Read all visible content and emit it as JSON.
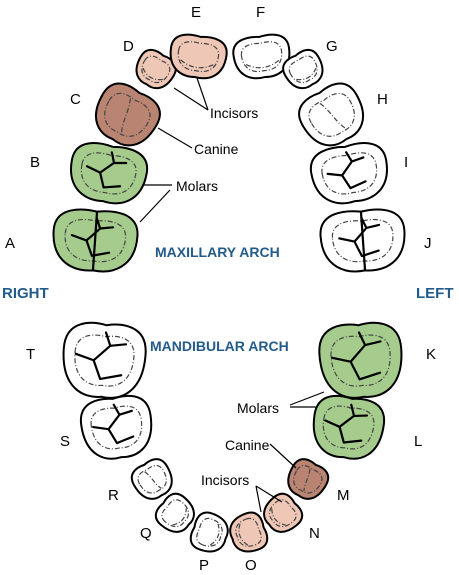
{
  "colors": {
    "incisor": "#efc7b6",
    "canine": "#b98472",
    "molar": "#a5cc8c",
    "plain": "#ffffff",
    "heading": "#235b8a"
  },
  "arches": {
    "maxillary": "MAXILLARY ARCH",
    "mandibular": "MANDIBULAR ARCH"
  },
  "sides": {
    "right": "RIGHT",
    "left": "LEFT"
  },
  "labels": {
    "upper_incisors": "Incisors",
    "upper_canine": "Canine",
    "upper_molars": "Molars",
    "lower_molars": "Molars",
    "lower_canine": "Canine",
    "lower_incisors": "Incisors"
  },
  "teeth": [
    {
      "letter": "A",
      "type": "molar",
      "arch": "upper",
      "colored": true
    },
    {
      "letter": "B",
      "type": "molar",
      "arch": "upper",
      "colored": true
    },
    {
      "letter": "C",
      "type": "canine",
      "arch": "upper",
      "colored": true
    },
    {
      "letter": "D",
      "type": "incisor",
      "arch": "upper",
      "colored": true
    },
    {
      "letter": "E",
      "type": "incisor",
      "arch": "upper",
      "colored": true
    },
    {
      "letter": "F",
      "type": "incisor",
      "arch": "upper",
      "colored": false
    },
    {
      "letter": "G",
      "type": "incisor",
      "arch": "upper",
      "colored": false
    },
    {
      "letter": "H",
      "type": "canine",
      "arch": "upper",
      "colored": false
    },
    {
      "letter": "I",
      "type": "molar",
      "arch": "upper",
      "colored": false
    },
    {
      "letter": "J",
      "type": "molar",
      "arch": "upper",
      "colored": false
    },
    {
      "letter": "K",
      "type": "molar",
      "arch": "lower",
      "colored": true
    },
    {
      "letter": "L",
      "type": "molar",
      "arch": "lower",
      "colored": true
    },
    {
      "letter": "M",
      "type": "canine",
      "arch": "lower",
      "colored": true
    },
    {
      "letter": "N",
      "type": "incisor",
      "arch": "lower",
      "colored": true
    },
    {
      "letter": "O",
      "type": "incisor",
      "arch": "lower",
      "colored": true
    },
    {
      "letter": "P",
      "type": "incisor",
      "arch": "lower",
      "colored": false
    },
    {
      "letter": "Q",
      "type": "incisor",
      "arch": "lower",
      "colored": false
    },
    {
      "letter": "R",
      "type": "canine",
      "arch": "lower",
      "colored": false
    },
    {
      "letter": "S",
      "type": "molar",
      "arch": "lower",
      "colored": false
    },
    {
      "letter": "T",
      "type": "molar",
      "arch": "lower",
      "colored": false
    }
  ]
}
